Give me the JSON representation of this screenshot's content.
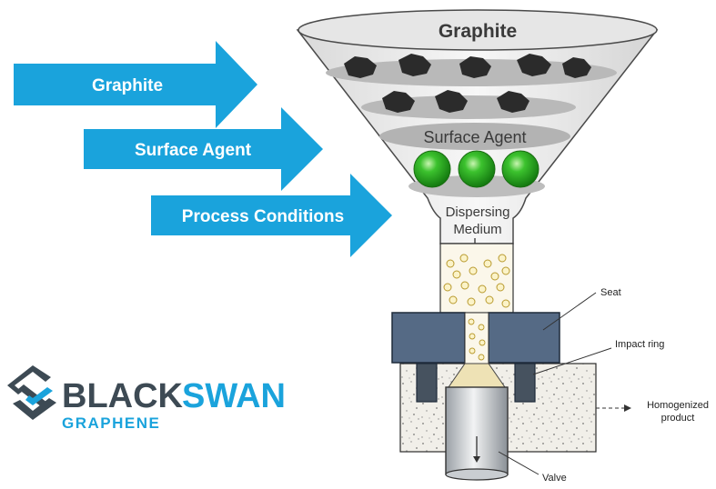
{
  "colors": {
    "arrow": "#1aa3dc",
    "logo_dark": "#3d4a54",
    "logo_blue": "#1aa3dc",
    "agent_green": "#2eaa22"
  },
  "arrows": [
    {
      "label": "Graphite"
    },
    {
      "label": "Surface Agent"
    },
    {
      "label": "Process Conditions"
    }
  ],
  "funnel": {
    "title": "Graphite",
    "surface_agent": "Surface Agent",
    "dispersing_line1": "Dispersing",
    "dispersing_line2": "Medium"
  },
  "homogenizer": {
    "seat": "Seat",
    "impact_ring": "Impact ring",
    "homogenized_line1": "Homogenized",
    "homogenized_line2": "product",
    "valve": "Valve"
  },
  "logo": {
    "black": "BLACK",
    "swan": "SWAN",
    "sub": "GRAPHENE",
    "icon": "swan-logo-icon"
  }
}
